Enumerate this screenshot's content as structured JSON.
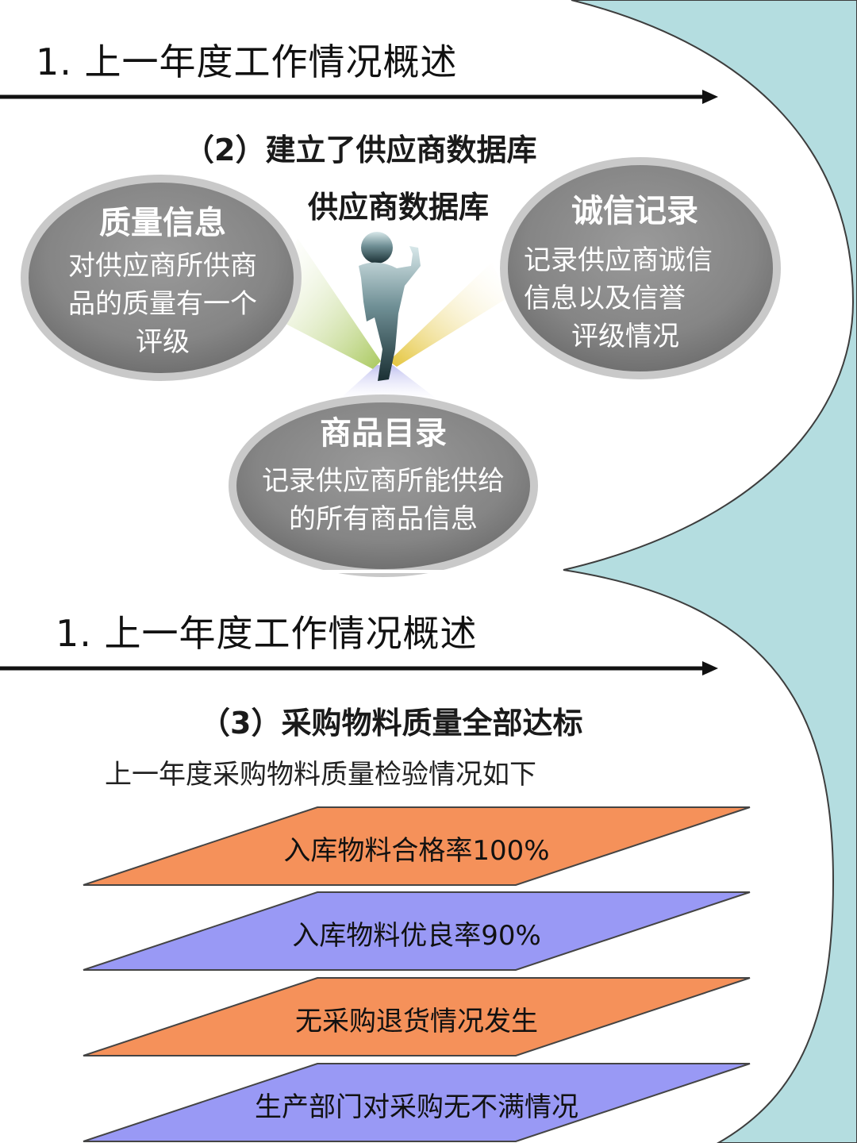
{
  "section1": {
    "heading": "1. 上一年度工作情况概述",
    "subheading": "（2）建立了供应商数据库",
    "center_label": "供应商数据库",
    "nodes": [
      {
        "title": "质量信息",
        "desc": [
          "对供应商所供商",
          "品的质量有一个",
          "评级"
        ]
      },
      {
        "title": "诚信记录",
        "desc": [
          "记录供应商诚信",
          "信息以及信誉",
          "评级情况"
        ]
      },
      {
        "title": "商品目录",
        "desc": [
          "记录供应商所能供给",
          "的所有商品信息"
        ]
      }
    ]
  },
  "section2": {
    "heading": "1. 上一年度工作情况概述",
    "subheading": "（3）采购物料质量全部达标",
    "intro": "上一年度采购物料质量检验情况如下",
    "items": [
      {
        "label": "入库物料合格率100%",
        "color": "#f5915a"
      },
      {
        "label": "入库物料优良率90%",
        "color": "#9999f5"
      },
      {
        "label": "无采购退货情况发生",
        "color": "#f5915a"
      },
      {
        "label": "生产部门对采购无不满情况",
        "color": "#9999f5"
      }
    ]
  },
  "colors": {
    "side_panel": "#b4dde0",
    "ellipse": "#8c8c8c",
    "arrow": "#111111"
  }
}
